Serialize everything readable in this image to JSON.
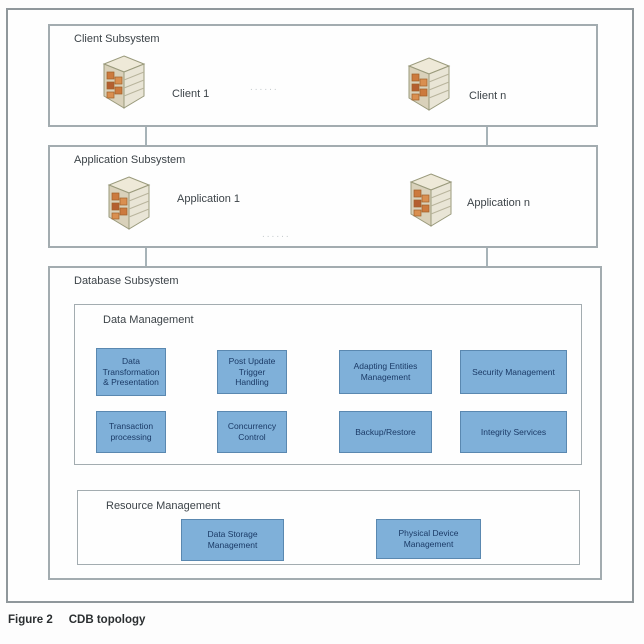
{
  "figure": {
    "caption_label": "Figure 2",
    "caption_title": "CDB topology"
  },
  "subsystems": {
    "client": {
      "title": "Client Subsystem",
      "nodes": [
        {
          "label": "Client 1"
        },
        {
          "label": "Client n"
        }
      ],
      "ellipsis": "......"
    },
    "application": {
      "title": "Application Subsystem",
      "nodes": [
        {
          "label": "Application 1"
        },
        {
          "label": "Application n"
        }
      ],
      "ellipsis": "......"
    },
    "database": {
      "title": "Database Subsystem",
      "data_management": {
        "title": "Data Management",
        "row1": [
          "Data Transformation & Presentation",
          "Post Update Trigger Handling",
          "Adapting Entities Management",
          "Security Management"
        ],
        "row2": [
          "Transaction processing",
          "Concurrency Control",
          "Backup/Restore",
          "Integrity Services"
        ]
      },
      "resource_management": {
        "title": "Resource Management",
        "boxes": [
          "Data Storage Management",
          "Physical Device Management"
        ]
      }
    }
  },
  "icons": {
    "node": "computer-icon"
  },
  "colors": {
    "function_box_fill": "#7fb0d9",
    "function_box_border": "#5a88b0",
    "frame_border": "#8f979b",
    "box_border": "#a3acb0",
    "connector": "#a7b3b8",
    "text": "#3c4348",
    "function_text": "#1b3a66"
  }
}
